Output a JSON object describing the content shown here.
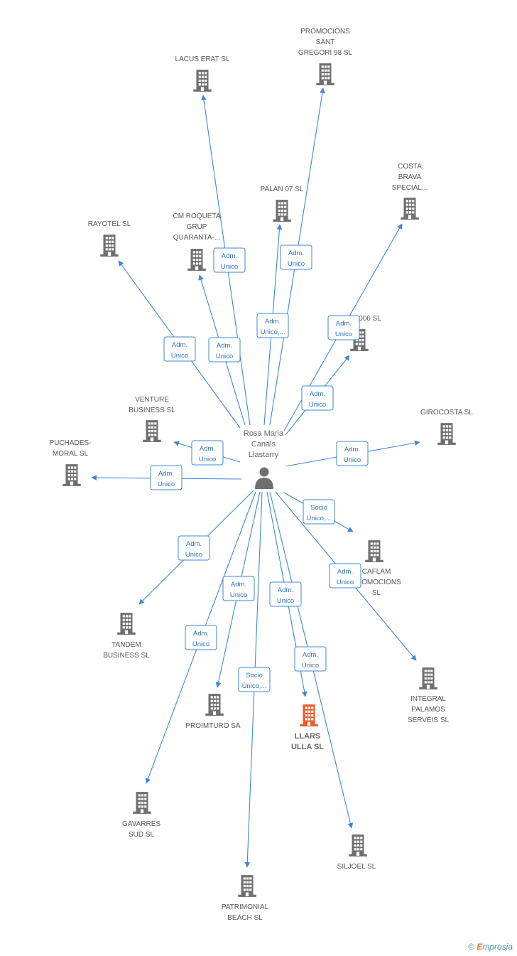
{
  "center": {
    "name": [
      "Rosa Maria",
      "Canals",
      "Llastarry"
    ],
    "icon": "person-icon"
  },
  "nodes": [
    {
      "id": "lacus",
      "label": [
        "LACUS ERAT  SL"
      ],
      "highlight": false
    },
    {
      "id": "promocions",
      "label": [
        "PROMOCIONS",
        "SANT",
        "GREGORI 98 SL"
      ],
      "highlight": false
    },
    {
      "id": "palan",
      "label": [
        "PALAN 07  SL"
      ],
      "highlight": false
    },
    {
      "id": "costa",
      "label": [
        "COSTA",
        "BRAVA",
        "SPECIAL..."
      ],
      "highlight": false
    },
    {
      "id": "rayotel",
      "label": [
        "RAYOTEL SL"
      ],
      "highlight": false
    },
    {
      "id": "cmroqueta",
      "label": [
        "CM ROQUETA",
        "GRUP",
        "QUARANTA-..."
      ],
      "highlight": false
    },
    {
      "id": "n006",
      "label": [
        "006 SL"
      ],
      "highlight": false
    },
    {
      "id": "venture",
      "label": [
        "VENTURE",
        "BUSINESS SL"
      ],
      "highlight": false
    },
    {
      "id": "girocosta",
      "label": [
        "GIROCOSTA SL"
      ],
      "highlight": false
    },
    {
      "id": "puchades",
      "label": [
        "PUCHADES-",
        "MORAL SL"
      ],
      "highlight": false
    },
    {
      "id": "caflam",
      "label": [
        "CAFLAM",
        "PROMOCIONS",
        "SL"
      ],
      "highlight": false
    },
    {
      "id": "tandem",
      "label": [
        "TANDEM",
        "BUSINESS SL"
      ],
      "highlight": false
    },
    {
      "id": "integral",
      "label": [
        "INTEGRAL",
        "PALAMOS",
        "SERVEIS SL"
      ],
      "highlight": false
    },
    {
      "id": "proimturo",
      "label": [
        "PROIMTURO SA"
      ],
      "highlight": false
    },
    {
      "id": "llars",
      "label": [
        "LLARS",
        "ULLA SL"
      ],
      "highlight": true
    },
    {
      "id": "gavarres",
      "label": [
        "GAVARRES",
        "SUD SL"
      ],
      "highlight": false
    },
    {
      "id": "siljoel",
      "label": [
        "SILJOEL SL"
      ],
      "highlight": false
    },
    {
      "id": "patrimonial",
      "label": [
        "PATRIMONIAL",
        "BEACH SL"
      ],
      "highlight": false
    }
  ],
  "edges": [
    {
      "to": "lacus",
      "label": [
        "Adm.",
        "Unico"
      ]
    },
    {
      "to": "promocions",
      "label": [
        "Adm.",
        "Unico"
      ]
    },
    {
      "to": "palan",
      "label": [
        "Adm.",
        "Unico,..."
      ]
    },
    {
      "to": "costa",
      "label": [
        "Adm.",
        "Unico"
      ]
    },
    {
      "to": "rayotel",
      "label": [
        "Adm.",
        "Unico"
      ]
    },
    {
      "to": "cmroqueta",
      "label": [
        "Adm.",
        "Unico"
      ]
    },
    {
      "to": "n006",
      "label": [
        "Adm.",
        "Unico"
      ]
    },
    {
      "to": "venture",
      "label": [
        "Adm.",
        "Unico"
      ]
    },
    {
      "to": "girocosta",
      "label": [
        "Adm.",
        "Unico"
      ]
    },
    {
      "to": "puchades",
      "label": [
        "Adm.",
        "Unico"
      ]
    },
    {
      "to": "caflam",
      "label": [
        "Socio",
        "Único,..."
      ]
    },
    {
      "to": "tandem",
      "label": [
        "Adm.",
        "Unico"
      ]
    },
    {
      "to": "integral",
      "label": [
        "Adm.",
        "Unico"
      ]
    },
    {
      "to": "proimturo",
      "label": [
        "Adm.",
        "Unico"
      ]
    },
    {
      "to": "llars",
      "label": [
        "Adm.",
        "Unico"
      ]
    },
    {
      "to": "gavarres",
      "label": [
        "Adm.",
        "Unico"
      ]
    },
    {
      "to": "siljoel",
      "label": [
        "Adm.",
        "Unico"
      ]
    },
    {
      "to": "patrimonial",
      "label": [
        "Socio",
        "Único,..."
      ]
    }
  ],
  "colors": {
    "edge": "#3f86d6",
    "building": "#6f6f6f",
    "building_highlight": "#ef5a2a",
    "person": "#6f6f6f"
  },
  "footer": {
    "copyright": "©",
    "brand_e": "E",
    "brand_rest": "mpresia"
  }
}
